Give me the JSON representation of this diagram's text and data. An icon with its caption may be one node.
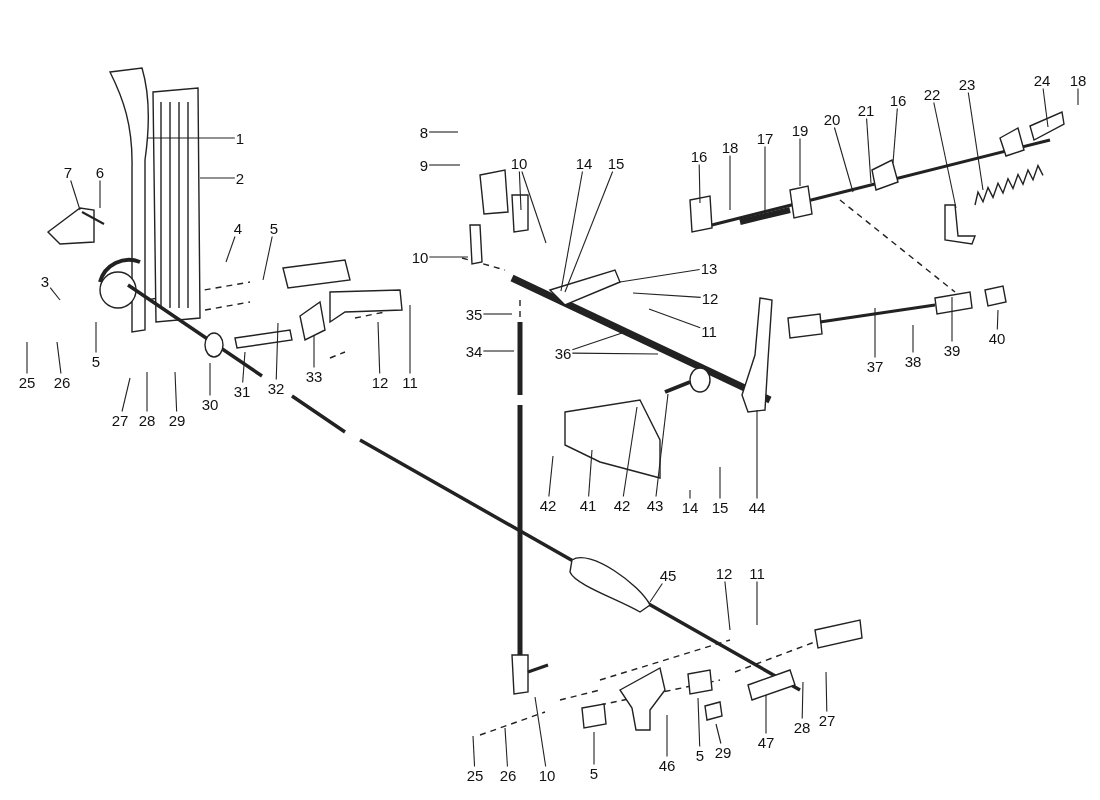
{
  "diagram": {
    "nodes": [
      {
        "text": [
          "1"
        ]
      },
      {
        "text": [
          "2"
        ]
      },
      {
        "text": [
          "8"
        ]
      },
      {
        "text": [
          "9"
        ]
      },
      {
        "text": [
          "7"
        ]
      },
      {
        "text": [
          "6"
        ]
      },
      {
        "text": [
          "10"
        ]
      },
      {
        "text": [
          "14"
        ]
      },
      {
        "text": [
          "15"
        ]
      },
      {
        "text": [
          "16"
        ]
      },
      {
        "text": [
          "18"
        ]
      },
      {
        "text": [
          "17"
        ]
      },
      {
        "text": [
          "19"
        ]
      },
      {
        "text": [
          "20"
        ]
      },
      {
        "text": [
          "21"
        ]
      },
      {
        "text": [
          "16"
        ]
      },
      {
        "text": [
          "22"
        ]
      },
      {
        "text": [
          "23"
        ]
      },
      {
        "text": [
          "24"
        ]
      },
      {
        "text": [
          "18"
        ]
      },
      {
        "text": [
          "4"
        ]
      },
      {
        "text": [
          "5"
        ]
      },
      {
        "text": [
          "10"
        ]
      },
      {
        "text": [
          "13"
        ]
      },
      {
        "text": [
          "12"
        ]
      },
      {
        "text": [
          "11"
        ]
      },
      {
        "text": [
          "3"
        ]
      },
      {
        "text": [
          "35"
        ]
      },
      {
        "text": [
          "34"
        ]
      },
      {
        "text": [
          "36"
        ]
      },
      {
        "text": [
          "25"
        ]
      },
      {
        "text": [
          "26"
        ]
      },
      {
        "text": [
          "5"
        ]
      },
      {
        "text": [
          "12"
        ]
      },
      {
        "text": [
          "11"
        ]
      },
      {
        "text": [
          "30"
        ]
      },
      {
        "text": [
          "31"
        ]
      },
      {
        "text": [
          "32"
        ]
      },
      {
        "text": [
          "33"
        ]
      },
      {
        "text": [
          "37"
        ]
      },
      {
        "text": [
          "38"
        ]
      },
      {
        "text": [
          "39"
        ]
      },
      {
        "text": [
          "40"
        ]
      },
      {
        "text": [
          "27"
        ]
      },
      {
        "text": [
          "28"
        ]
      },
      {
        "text": [
          "29"
        ]
      },
      {
        "text": [
          "42"
        ]
      },
      {
        "text": [
          "41"
        ]
      },
      {
        "text": [
          "42"
        ]
      },
      {
        "text": [
          "43"
        ]
      },
      {
        "text": [
          "14"
        ]
      },
      {
        "text": [
          "15"
        ]
      },
      {
        "text": [
          "44"
        ]
      },
      {
        "text": [
          "45"
        ]
      },
      {
        "text": [
          "12"
        ]
      },
      {
        "text": [
          "11"
        ]
      },
      {
        "text": [
          "25"
        ]
      },
      {
        "text": [
          "26"
        ]
      },
      {
        "text": [
          "10"
        ]
      },
      {
        "text": [
          "5"
        ]
      },
      {
        "text": [
          "46"
        ]
      },
      {
        "text": [
          "5"
        ]
      },
      {
        "text": [
          "29"
        ]
      },
      {
        "text": [
          "47"
        ]
      },
      {
        "text": [
          "28"
        ]
      },
      {
        "text": [
          "27"
        ]
      }
    ],
    "edges": [
      {
        "from": 0,
        "to": null,
        "arrow": "none"
      },
      {
        "from": 1,
        "to": null,
        "arrow": "none"
      },
      {
        "from": 2,
        "to": null,
        "arrow": "none"
      },
      {
        "from": 3,
        "to": null,
        "arrow": "none"
      },
      {
        "from": 4,
        "to": null,
        "arrow": "none"
      },
      {
        "from": 5,
        "to": null,
        "arrow": "none"
      },
      {
        "from": 6,
        "to": null,
        "arrow": "none"
      },
      {
        "from": 6,
        "to": null,
        "arrow": "none"
      },
      {
        "from": 7,
        "to": null,
        "arrow": "none"
      },
      {
        "from": 8,
        "to": null,
        "arrow": "none"
      },
      {
        "from": 9,
        "to": null,
        "arrow": "none"
      },
      {
        "from": 10,
        "to": null,
        "arrow": "none"
      },
      {
        "from": 11,
        "to": null,
        "arrow": "none"
      },
      {
        "from": 12,
        "to": null,
        "arrow": "none"
      },
      {
        "from": 13,
        "to": null,
        "arrow": "none"
      },
      {
        "from": 14,
        "to": null,
        "arrow": "none"
      },
      {
        "from": 15,
        "to": null,
        "arrow": "none"
      },
      {
        "from": 16,
        "to": null,
        "arrow": "none"
      },
      {
        "from": 17,
        "to": null,
        "arrow": "none"
      },
      {
        "from": 18,
        "to": null,
        "arrow": "none"
      },
      {
        "from": 19,
        "to": null,
        "arrow": "none"
      },
      {
        "from": 20,
        "to": null,
        "arrow": "none"
      },
      {
        "from": 21,
        "to": null,
        "arrow": "none"
      },
      {
        "from": 22,
        "to": null,
        "arrow": "none"
      },
      {
        "from": 23,
        "to": null,
        "arrow": "none"
      },
      {
        "from": 24,
        "to": null,
        "arrow": "none"
      },
      {
        "from": 25,
        "to": null,
        "arrow": "none"
      },
      {
        "from": 26,
        "to": null,
        "arrow": "none"
      },
      {
        "from": 27,
        "to": null,
        "arrow": "none"
      },
      {
        "from": 28,
        "to": null,
        "arrow": "none"
      },
      {
        "from": 29,
        "to": null,
        "arrow": "none"
      },
      {
        "from": 29,
        "to": null,
        "arrow": "none"
      },
      {
        "from": 30,
        "to": null,
        "arrow": "none"
      },
      {
        "from": 31,
        "to": null,
        "arrow": "none"
      },
      {
        "from": 32,
        "to": null,
        "arrow": "none"
      },
      {
        "from": 33,
        "to": null,
        "arrow": "none"
      },
      {
        "from": 34,
        "to": null,
        "arrow": "none"
      },
      {
        "from": 35,
        "to": null,
        "arrow": "none"
      },
      {
        "from": 36,
        "to": null,
        "arrow": "none"
      },
      {
        "from": 37,
        "to": null,
        "arrow": "none"
      },
      {
        "from": 38,
        "to": null,
        "arrow": "none"
      },
      {
        "from": 39,
        "to": null,
        "arrow": "none"
      },
      {
        "from": 40,
        "to": null,
        "arrow": "none"
      },
      {
        "from": 41,
        "to": null,
        "arrow": "none"
      },
      {
        "from": 42,
        "to": null,
        "arrow": "none"
      },
      {
        "from": 43,
        "to": null,
        "arrow": "none"
      },
      {
        "from": 44,
        "to": null,
        "arrow": "none"
      },
      {
        "from": 45,
        "to": null,
        "arrow": "none"
      },
      {
        "from": 46,
        "to": null,
        "arrow": "none"
      },
      {
        "from": 47,
        "to": null,
        "arrow": "none"
      },
      {
        "from": 48,
        "to": null,
        "arrow": "none"
      },
      {
        "from": 49,
        "to": null,
        "arrow": "none"
      },
      {
        "from": 50,
        "to": null,
        "arrow": "none"
      },
      {
        "from": 51,
        "to": null,
        "arrow": "none"
      },
      {
        "from": 52,
        "to": null,
        "arrow": "none"
      },
      {
        "from": 53,
        "to": null,
        "arrow": "none"
      },
      {
        "from": 54,
        "to": null,
        "arrow": "none"
      },
      {
        "from": 55,
        "to": null,
        "arrow": "none"
      },
      {
        "from": 56,
        "to": null,
        "arrow": "none"
      },
      {
        "from": 57,
        "to": null,
        "arrow": "none"
      },
      {
        "from": 58,
        "to": null,
        "arrow": "none"
      },
      {
        "from": 59,
        "to": null,
        "arrow": "none"
      },
      {
        "from": 60,
        "to": null,
        "arrow": "none"
      },
      {
        "from": 61,
        "to": null,
        "arrow": "none"
      },
      {
        "from": 62,
        "to": null,
        "arrow": "none"
      },
      {
        "from": 63,
        "to": null,
        "arrow": "none"
      },
      {
        "from": 64,
        "to": null,
        "arrow": "none"
      },
      {
        "from": 65,
        "to": null,
        "arrow": "none"
      }
    ]
  }
}
